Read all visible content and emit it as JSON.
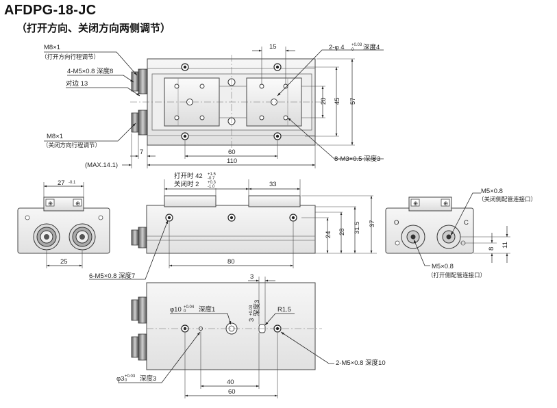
{
  "title": "AFDPG-18-JC",
  "subtitle": "（打开方向、关闭方向两侧调节）",
  "top_view": {
    "m8_open": "M8×1",
    "m8_open_note": "（打开方向行程调节）",
    "m5_holes": "4-M5×0.8 深度8",
    "across_flats": "对边 13",
    "m8_close": "M8×1",
    "m8_close_note": "（关闭方向行程调节）",
    "dim_7": "7",
    "dim_max": "(MAX.14.1)",
    "dim_60": "60",
    "dim_110": "110",
    "dim_15": "15",
    "pin_hole": "2-φ 4",
    "pin_tol_hi": "+0.03",
    "pin_tol_lo": "0",
    "pin_depth": "深度4",
    "dim_20": "20",
    "dim_45": "45",
    "dim_57": "57",
    "m3_holes": "8-M3×0.5 深度3"
  },
  "side_view": {
    "open_label": "打开时 42",
    "open_tol_hi": "+1.5",
    "open_tol_lo": "-0.7",
    "close_label": "关闭时 2",
    "close_tol_hi": "+0.3",
    "close_tol_lo": "-1.0",
    "dim_33": "33",
    "dim_80": "80",
    "dim_24": "24",
    "dim_28": "28",
    "dim_31_5": "31.5",
    "dim_37": "37",
    "m5_holes": "6-M5×0.8 深度7"
  },
  "end_view_left": {
    "dim_27": "27",
    "dim_27_tol": "-0.1",
    "dim_25": "25"
  },
  "end_view_right": {
    "port_close": "M5×0.8",
    "port_close_note": "（关闭侧配管连接口）",
    "port_open": "M5×0.8",
    "port_open_note": "（打开侧配管连接口）",
    "label_o": "O",
    "label_c": "C",
    "dim_8": "8",
    "dim_11": "11"
  },
  "bottom_view": {
    "bore": "φ10",
    "bore_tol_hi": "+0.04",
    "bore_tol_lo": "0",
    "bore_depth": "深度1",
    "dim_3": "3",
    "slot_depth": "3",
    "slot_tol_hi": "+0.03",
    "slot_tol_lo": "0",
    "slot_depth_word": "深度3",
    "radius": "R1.5",
    "m5_holes": "2-M5×0.8 深度10",
    "pin_hole": "φ3",
    "pin_tol_hi": "+0.03",
    "pin_tol_lo": "0",
    "pin_depth": "深度3",
    "dim_40": "40",
    "dim_60": "60"
  }
}
